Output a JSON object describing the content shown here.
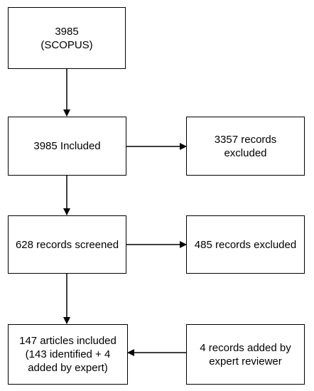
{
  "flowchart": {
    "nodes": {
      "source": {
        "lines": [
          "3985",
          "(SCOPUS)"
        ]
      },
      "included": {
        "lines": [
          "3985 Included"
        ]
      },
      "excluded_1": {
        "lines": [
          "3357 records",
          "excluded"
        ]
      },
      "screened": {
        "lines": [
          "628 records screened"
        ]
      },
      "excluded_2": {
        "lines": [
          "485 records excluded"
        ]
      },
      "final": {
        "lines": [
          "147 articles included",
          "(143 identified + 4",
          "added by expert)"
        ]
      },
      "expert": {
        "lines": [
          "4 records added by",
          "expert reviewer"
        ]
      }
    },
    "edges": [
      {
        "from": "source",
        "to": "included"
      },
      {
        "from": "included",
        "to": "excluded_1"
      },
      {
        "from": "included",
        "to": "screened"
      },
      {
        "from": "screened",
        "to": "excluded_2"
      },
      {
        "from": "screened",
        "to": "final"
      },
      {
        "from": "expert",
        "to": "final"
      }
    ]
  }
}
